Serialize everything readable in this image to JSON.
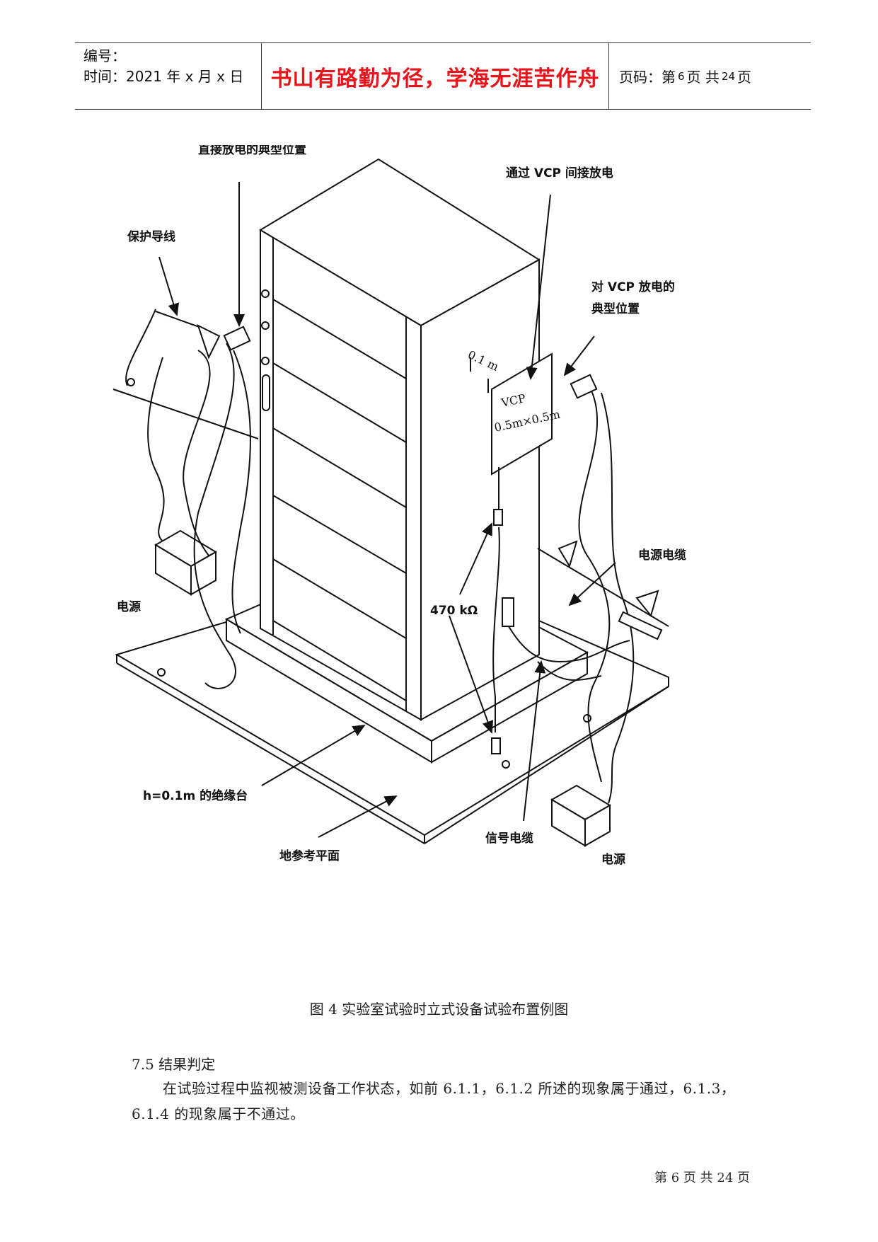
{
  "header": {
    "number_label": "编号：",
    "time_label": "时间：2021 年 x 月 x 日",
    "motto": "书山有路勤为径，学海无涯苦作舟",
    "page_prefix": "页码：第",
    "page_num": "6",
    "page_mid": "页  共",
    "page_total": "24",
    "page_suffix": "页"
  },
  "figure": {
    "labels": {
      "direct_discharge": "直接放电的典型位置",
      "protective_wire": "保护导线",
      "vcp_indirect": "通过 VCP 间接放电",
      "vcp_typical_1": "对 VCP 放电的",
      "vcp_typical_2": "典型位置",
      "distance": "0.1 m",
      "vcp_1": "VCP",
      "vcp_2": "0.5m×0.5m",
      "power_cable": "电源电缆",
      "power_left": "电源",
      "resistor": "470 kΩ",
      "insulating_table": "h=0.1m 的绝缘台",
      "signal_cable": "信号电缆",
      "ground_plane": "地参考平面",
      "power_right": "电源"
    },
    "caption": "图 4    实验室试验时立式设备试验布置例图"
  },
  "section": {
    "title": "7.5   结果判定",
    "paragraph": "在试验过程中监视被测设备工作状态，如前 6.1.1，6.1.2 所述的现象属于通过，6.1.3，6.1.4 的现象属于不通过。"
  },
  "footer": {
    "page": "第 6 页  共 24 页"
  }
}
